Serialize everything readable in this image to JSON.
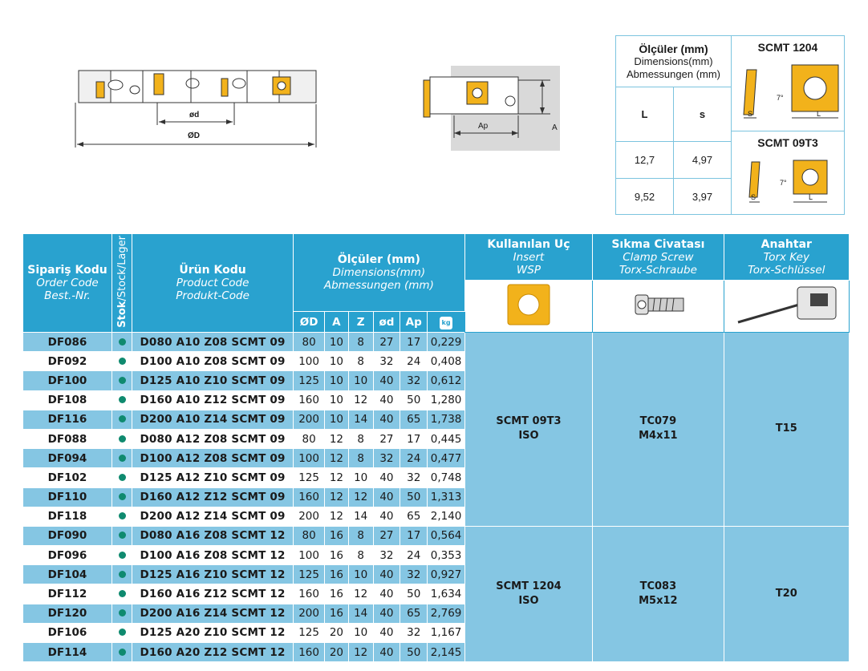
{
  "cutter_drawing": {
    "inner_dim": "ød",
    "outer_dim": "ØD"
  },
  "side_drawing": {
    "ap_label": "Ap",
    "a_label": "A"
  },
  "insert_dims": {
    "header": {
      "title": "Ölçüler (mm)",
      "en": "Dimensions(mm)",
      "de": "Abmessungen (mm)"
    },
    "col_l": "L",
    "col_s": "s",
    "insert1": {
      "name": "SCMT 1204",
      "angle": "7°",
      "s": "S",
      "l": "L"
    },
    "insert2": {
      "name": "SCMT 09T3",
      "angle": "7°",
      "s": "S",
      "l": "L"
    },
    "rows": [
      {
        "l": "12,7",
        "s": "4,97"
      },
      {
        "l": "9,52",
        "s": "3,97"
      }
    ]
  },
  "table": {
    "order_code": {
      "tr": "Sipariş Kodu",
      "en": "Order Code",
      "de": "Best.-Nr."
    },
    "stock": {
      "bold": "Stok",
      "rest": "/Stock/Lager"
    },
    "product_code": {
      "tr": "Ürün Kodu",
      "en": "Product Code",
      "de": "Produkt-Code"
    },
    "dimensions": {
      "tr": "Ölçüler (mm)",
      "en": "Dimensions(mm)",
      "de": "Abmessungen (mm)"
    },
    "insert": {
      "tr": "Kullanılan Uç",
      "en": "Insert",
      "de": "WSP"
    },
    "screw": {
      "tr": "Sıkma Civatası",
      "en": "Clamp Screw",
      "de": "Torx-Schraube"
    },
    "key": {
      "tr": "Anahtar",
      "en": "Torx Key",
      "de": "Torx-Schlüssel"
    },
    "dim_cols": [
      "ØD",
      "A",
      "Z",
      "ød",
      "Ap"
    ],
    "weight_icon": "kg",
    "rows": [
      {
        "order": "DF086",
        "product": "D080 A10 Z08 SCMT 09",
        "D": "80",
        "A": "10",
        "Z": "8",
        "d": "27",
        "Ap": "17",
        "kg": "0,229"
      },
      {
        "order": "DF092",
        "product": "D100 A10 Z08 SCMT 09",
        "D": "100",
        "A": "10",
        "Z": "8",
        "d": "32",
        "Ap": "24",
        "kg": "0,408"
      },
      {
        "order": "DF100",
        "product": "D125 A10 Z10 SCMT 09",
        "D": "125",
        "A": "10",
        "Z": "10",
        "d": "40",
        "Ap": "32",
        "kg": "0,612"
      },
      {
        "order": "DF108",
        "product": "D160 A10 Z12 SCMT 09",
        "D": "160",
        "A": "10",
        "Z": "12",
        "d": "40",
        "Ap": "50",
        "kg": "1,280"
      },
      {
        "order": "DF116",
        "product": "D200 A10 Z14 SCMT 09",
        "D": "200",
        "A": "10",
        "Z": "14",
        "d": "40",
        "Ap": "65",
        "kg": "1,738"
      },
      {
        "order": "DF088",
        "product": "D080 A12 Z08 SCMT 09",
        "D": "80",
        "A": "12",
        "Z": "8",
        "d": "27",
        "Ap": "17",
        "kg": "0,445"
      },
      {
        "order": "DF094",
        "product": "D100 A12 Z08 SCMT 09",
        "D": "100",
        "A": "12",
        "Z": "8",
        "d": "32",
        "Ap": "24",
        "kg": "0,477"
      },
      {
        "order": "DF102",
        "product": "D125 A12 Z10 SCMT 09",
        "D": "125",
        "A": "12",
        "Z": "10",
        "d": "40",
        "Ap": "32",
        "kg": "0,748"
      },
      {
        "order": "DF110",
        "product": "D160 A12 Z12 SCMT 09",
        "D": "160",
        "A": "12",
        "Z": "12",
        "d": "40",
        "Ap": "50",
        "kg": "1,313"
      },
      {
        "order": "DF118",
        "product": "D200 A12 Z14 SCMT 09",
        "D": "200",
        "A": "12",
        "Z": "14",
        "d": "40",
        "Ap": "65",
        "kg": "2,140"
      },
      {
        "order": "DF090",
        "product": "D080 A16 Z08 SCMT 12",
        "D": "80",
        "A": "16",
        "Z": "8",
        "d": "27",
        "Ap": "17",
        "kg": "0,564"
      },
      {
        "order": "DF096",
        "product": "D100 A16 Z08 SCMT 12",
        "D": "100",
        "A": "16",
        "Z": "8",
        "d": "32",
        "Ap": "24",
        "kg": "0,353"
      },
      {
        "order": "DF104",
        "product": "D125 A16 Z10 SCMT 12",
        "D": "125",
        "A": "16",
        "Z": "10",
        "d": "40",
        "Ap": "32",
        "kg": "0,927"
      },
      {
        "order": "DF112",
        "product": "D160 A16 Z12 SCMT 12",
        "D": "160",
        "A": "16",
        "Z": "12",
        "d": "40",
        "Ap": "50",
        "kg": "1,634"
      },
      {
        "order": "DF120",
        "product": "D200 A16 Z14 SCMT 12",
        "D": "200",
        "A": "16",
        "Z": "14",
        "d": "40",
        "Ap": "65",
        "kg": "2,769"
      },
      {
        "order": "DF106",
        "product": "D125 A20 Z10 SCMT 12",
        "D": "125",
        "A": "20",
        "Z": "10",
        "d": "40",
        "Ap": "32",
        "kg": "1,167"
      },
      {
        "order": "DF114",
        "product": "D160 A20 Z12 SCMT 12",
        "D": "160",
        "A": "20",
        "Z": "12",
        "d": "40",
        "Ap": "50",
        "kg": "2,145"
      }
    ],
    "groups": [
      {
        "insert_name": "SCMT 09T3",
        "insert_std": "ISO",
        "screw": "TC079",
        "screw_size": "M4x11",
        "key": "T15"
      },
      {
        "insert_name": "SCMT 1204",
        "insert_std": "ISO",
        "screw": "TC083",
        "screw_size": "M5x12",
        "key": "T20"
      }
    ]
  },
  "colors": {
    "header_blue": "#29a2cf",
    "row_blue": "#85c6e3",
    "stock_green": "#0f8a6f",
    "insert_gold": "#f2b21b"
  }
}
